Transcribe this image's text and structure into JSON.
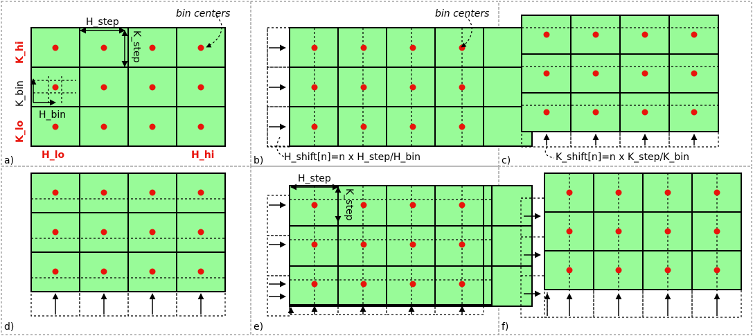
{
  "panels": {
    "a": {
      "tag": "a)",
      "h_lo": "H_lo",
      "h_hi": "H_hi",
      "k_hi": "K_hi",
      "k_lo": "K_lo",
      "k_bin": "K_bin",
      "h_bin": "H_bin",
      "h_step": "H_step",
      "k_step": "K_step",
      "bin_centers": "bin centers"
    },
    "b": {
      "tag": "b)",
      "bin_centers": "bin centers",
      "h_shift": "H_shift[n]=n x H_step/H_bin"
    },
    "c": {
      "tag": "c)",
      "k_shift": "K_shift[n]=n x K_step/K_bin"
    },
    "d": {
      "tag": "d)"
    },
    "e": {
      "tag": "e)",
      "h_step": "H_step",
      "k_step": "K_step"
    },
    "f": {
      "tag": "f)"
    }
  },
  "colors": {
    "bin_fill": "#98fb98",
    "center_dot": "#e8140c",
    "label_red": "#e8140c"
  }
}
